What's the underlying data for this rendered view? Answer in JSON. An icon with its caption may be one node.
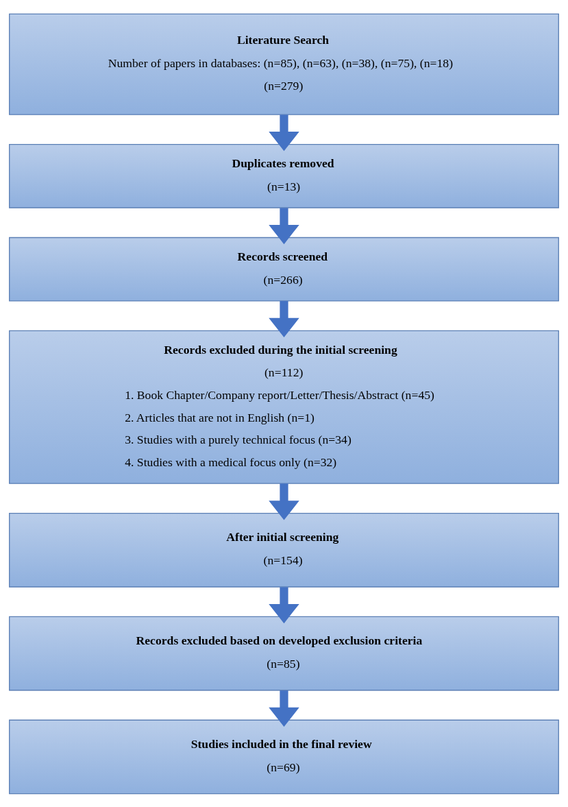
{
  "diagram": {
    "nodes": [
      {
        "text": [
          "Literature Search",
          "Number of papers in databases: (n=85), (n=63), (n=38), (n=75), (n=18)",
          "(n=279)"
        ]
      },
      {
        "text": [
          "Duplicates removed",
          "(n=13)"
        ]
      },
      {
        "text": [
          "Records screened",
          "(n=266)"
        ]
      },
      {
        "text": [
          "Records excluded during the initial screening",
          "(n=112)",
          "1. Book Chapter/Company report/Letter/Thesis/Abstract (n=45)",
          "2. Articles that are not in English (n=1)",
          "3. Studies with a purely technical focus (n=34)",
          "4. Studies with a medical focus only (n=32)"
        ]
      },
      {
        "text": [
          "After initial screening",
          "(n=154)"
        ]
      },
      {
        "text": [
          "Records excluded based on developed exclusion criteria",
          "(n=85)"
        ]
      },
      {
        "text": [
          "Studies included in the final review",
          "(n=69)"
        ]
      }
    ],
    "edges": [
      {
        "from": 0,
        "to": 1,
        "arrow": "to"
      },
      {
        "from": 1,
        "to": 2,
        "arrow": "to"
      },
      {
        "from": 2,
        "to": 3,
        "arrow": "to"
      },
      {
        "from": 3,
        "to": 4,
        "arrow": "to"
      },
      {
        "from": 4,
        "to": 5,
        "arrow": "to"
      },
      {
        "from": 5,
        "to": 6,
        "arrow": "to"
      }
    ]
  }
}
